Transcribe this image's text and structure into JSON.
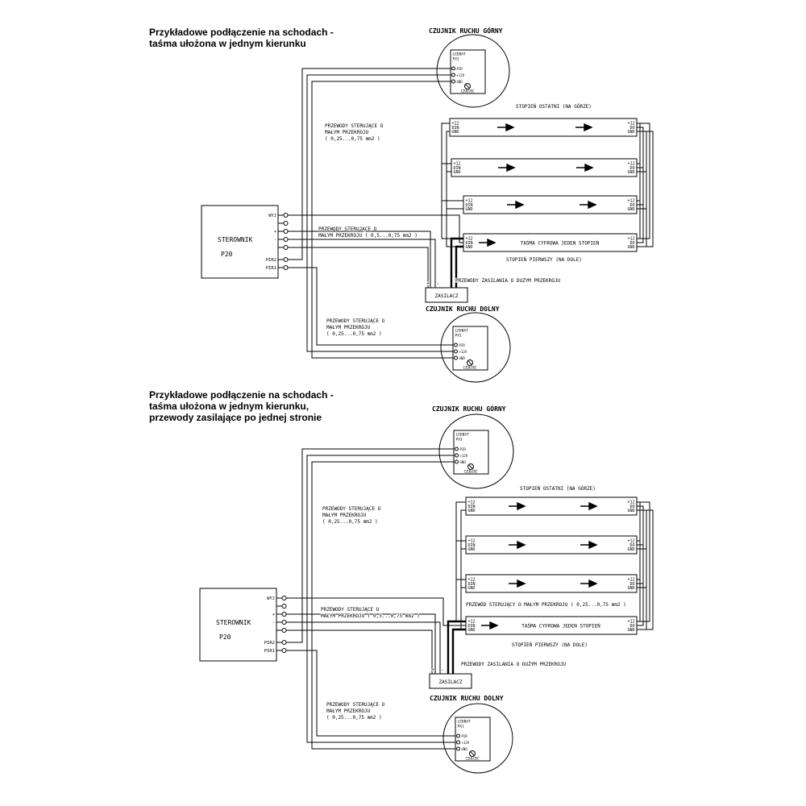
{
  "diagram1": {
    "title": [
      "Przykładowe podłączenie na schodach -",
      "taśma ułożona w jednym kierunku"
    ]
  },
  "diagram2": {
    "title": [
      "Przykładowe podłączenie na schodach -",
      "taśma ułożona w jednym kierunku,",
      "przewody zasilające po jednej stronie"
    ]
  },
  "labels": {
    "sensor_upper": "CZUJNIK RUCHU GÓRNY",
    "sensor_lower": "CZUJNIK RUCHU DOLNY",
    "step_last": "STOPIEŃ OSTATNI (NA GÓRZE)",
    "step_first": "STOPIEŃ PIERWSZY (NA DOLE)",
    "tape_one_step": "TAŚMA CYFROWA JEDEN STOPIEŃ",
    "wires_small": [
      "PRZEWODY STERUJĄCE O",
      "MAŁYM PRZEKROJU",
      "( 0,25...0,75 mm2 )"
    ],
    "wires_mid": [
      "PRZEWODY STERUJĄCE O",
      "MAŁYM PRZEKROJU ( 0,5...0,75 mm2 )"
    ],
    "wire_single": "PRZEWÓD STERUJĄCY O MAŁYM PRZEKROJU ( 0,25...0,75 mm2 )",
    "wires_power": "PRZEWODY ZASILANIA O DUŻYM PRZEKROJU",
    "psu": "ZASILACZ",
    "psu_plus": "+",
    "psu_minus": "-"
  },
  "controller": {
    "name": "STEROWNIK",
    "model": "P20",
    "terminals": [
      "WYJ",
      "",
      "+",
      "-",
      "",
      "PIR2",
      "PIR1"
    ]
  },
  "strip": {
    "left_pins": [
      "+12",
      "DIN",
      "GND"
    ],
    "right_pins": [
      "+12",
      "DO",
      "GND"
    ]
  },
  "sensor_module": {
    "line1": "LEDBAT",
    "line2": "PX1",
    "pins": [
      "PIR",
      "+12V",
      "GND"
    ],
    "pot": "CZUŁOŚĆ"
  }
}
